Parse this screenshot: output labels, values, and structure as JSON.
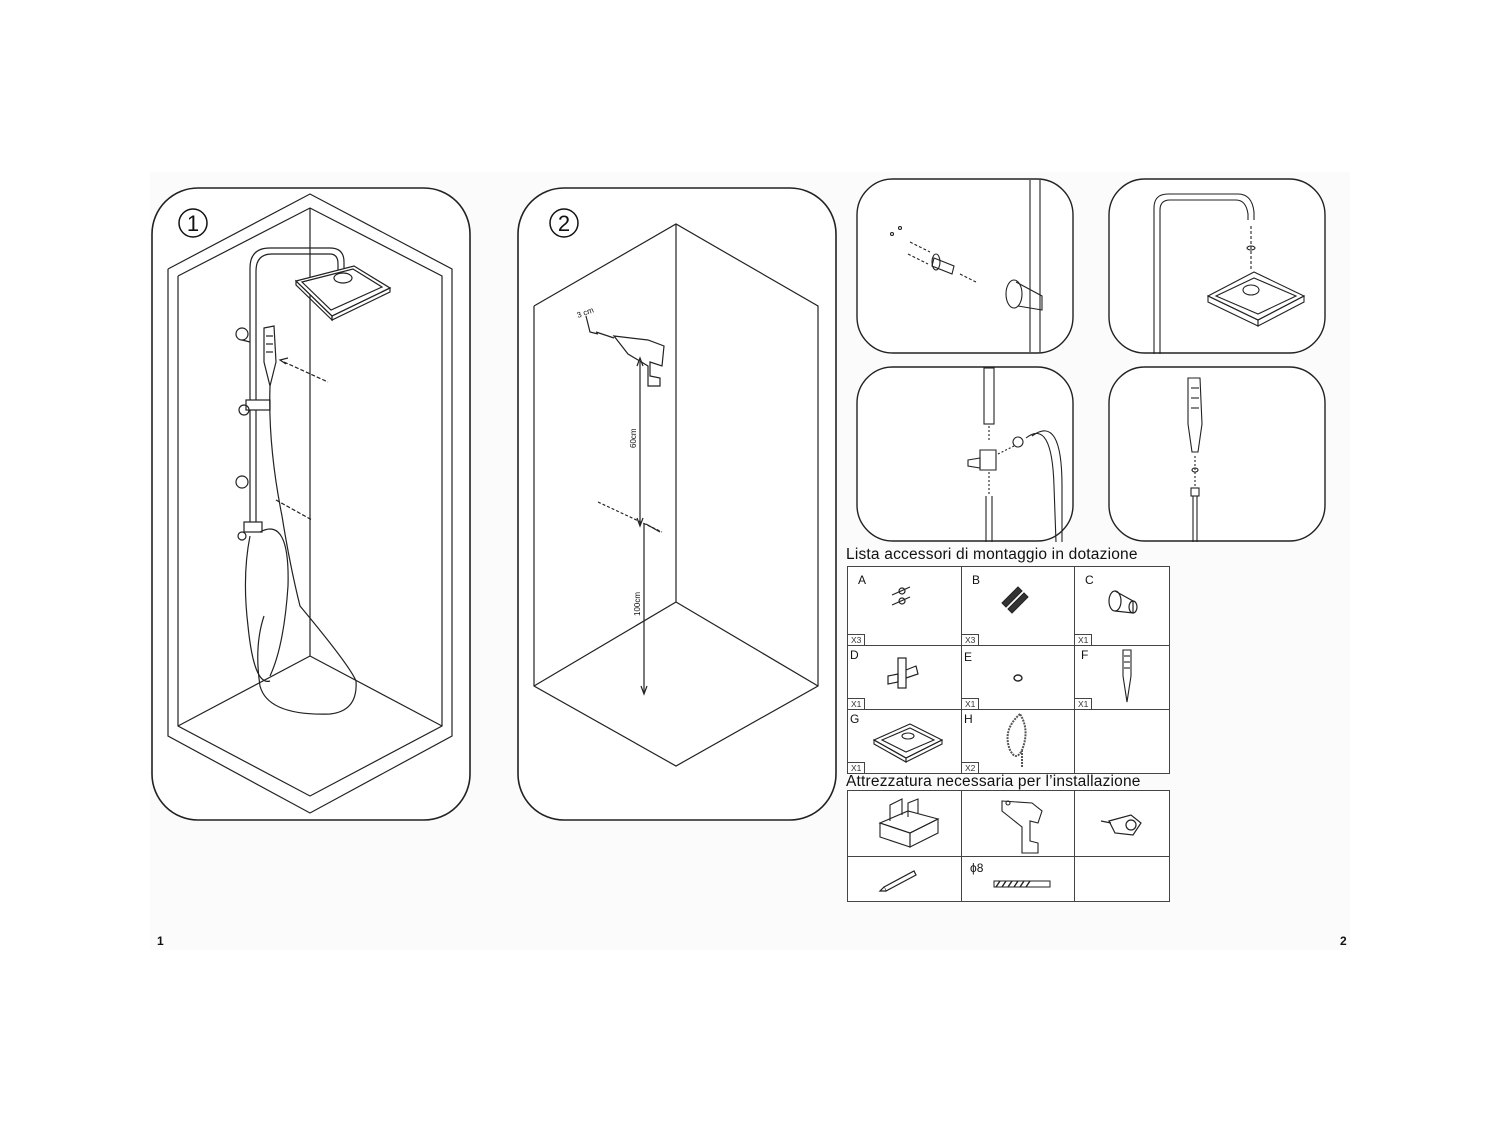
{
  "steps": [
    {
      "label": "1"
    },
    {
      "label": "2"
    }
  ],
  "step2_dimensions": {
    "wall_offset": "3 cm",
    "bracket_spacing": "60cm",
    "floor_height": "100cm"
  },
  "accessories": {
    "title": "Lista accessori di montaggio in dotazione",
    "items": [
      {
        "letter": "A",
        "qty": "X3",
        "icon": "wall-plug-screw-icon"
      },
      {
        "letter": "B",
        "qty": "X3",
        "icon": "dowel-icon"
      },
      {
        "letter": "C",
        "qty": "X1",
        "icon": "wall-bracket-icon"
      },
      {
        "letter": "D",
        "qty": "X1",
        "icon": "diverter-valve-icon"
      },
      {
        "letter": "E",
        "qty": "X1",
        "icon": "washer-icon"
      },
      {
        "letter": "F",
        "qty": "X1",
        "icon": "hand-shower-icon"
      },
      {
        "letter": "G",
        "qty": "X1",
        "icon": "rain-shower-head-icon"
      },
      {
        "letter": "H",
        "qty": "X2",
        "icon": "shower-hose-icon"
      }
    ]
  },
  "tools": {
    "title": "Attrezzatura necessaria per l’installazione",
    "items": [
      {
        "icon": "wrench-set-icon"
      },
      {
        "icon": "power-drill-icon"
      },
      {
        "icon": "tape-measure-icon"
      },
      {
        "icon": "pencil-icon"
      },
      {
        "icon": "drill-bit-icon",
        "label": "ϕ8"
      }
    ]
  },
  "page_numbers": {
    "left": "1",
    "right": "2"
  }
}
